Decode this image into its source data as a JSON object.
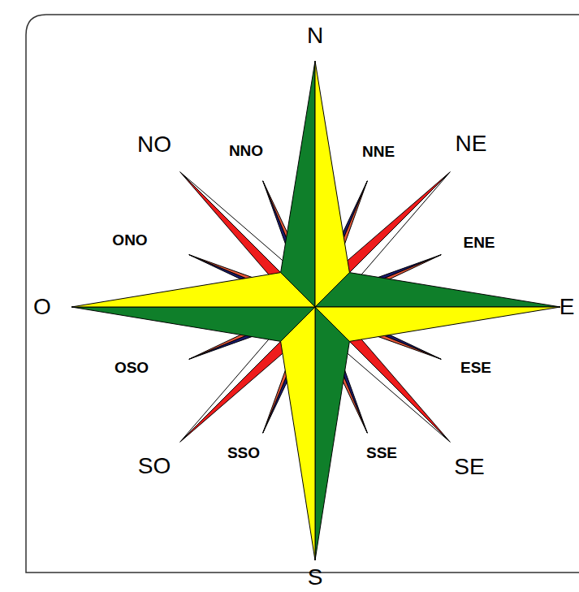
{
  "diagram": {
    "labels": [
      "N",
      "NO",
      "NNO",
      "NNE",
      "NE",
      "ONO",
      "ENE",
      "O",
      "E",
      "OSO",
      "ESE",
      "SO",
      "SSO",
      "SSE",
      "SE",
      "S"
    ]
  }
}
